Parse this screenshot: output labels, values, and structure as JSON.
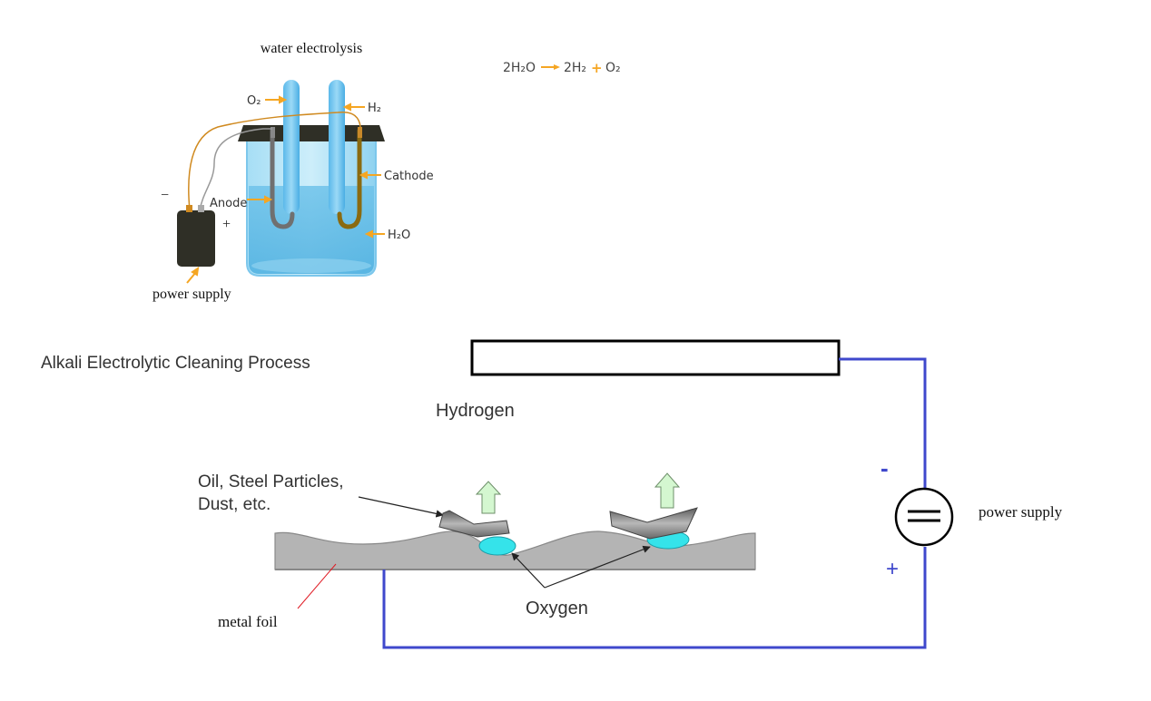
{
  "top_diagram": {
    "title": "water electrolysis",
    "equation": {
      "reactant": "2H₂O",
      "product_1": "2H₂",
      "plus": "+",
      "product_2": "O₂"
    },
    "labels": {
      "o2": "O₂",
      "h2": "H₂",
      "cathode": "Cathode",
      "anode": "Anode",
      "h2o": "H₂O",
      "minus": "−",
      "plus": "+",
      "power_supply": "power supply"
    }
  },
  "bottom_diagram": {
    "title": "Alkali Electrolytic Cleaning Process",
    "electrode_box_label": "",
    "hydrogen_label": "Hydrogen",
    "contaminants_label_line1": "Oil, Steel Particles,",
    "contaminants_label_line2": "Dust, etc.",
    "oxygen_label": "Oxygen",
    "metal_foil_label": "metal foil",
    "power_supply_label": "power supply",
    "negative_sign": "-",
    "positive_sign": "+"
  },
  "colors": {
    "wire_blue": "#3f48cc",
    "arrow_orange": "#f5a623",
    "oxygen_bubble": "#35e3ea",
    "hydrogen_arrow": "#d4f7d0",
    "foil_gray": "#b4b4b4",
    "leader_red": "#e01b24"
  }
}
